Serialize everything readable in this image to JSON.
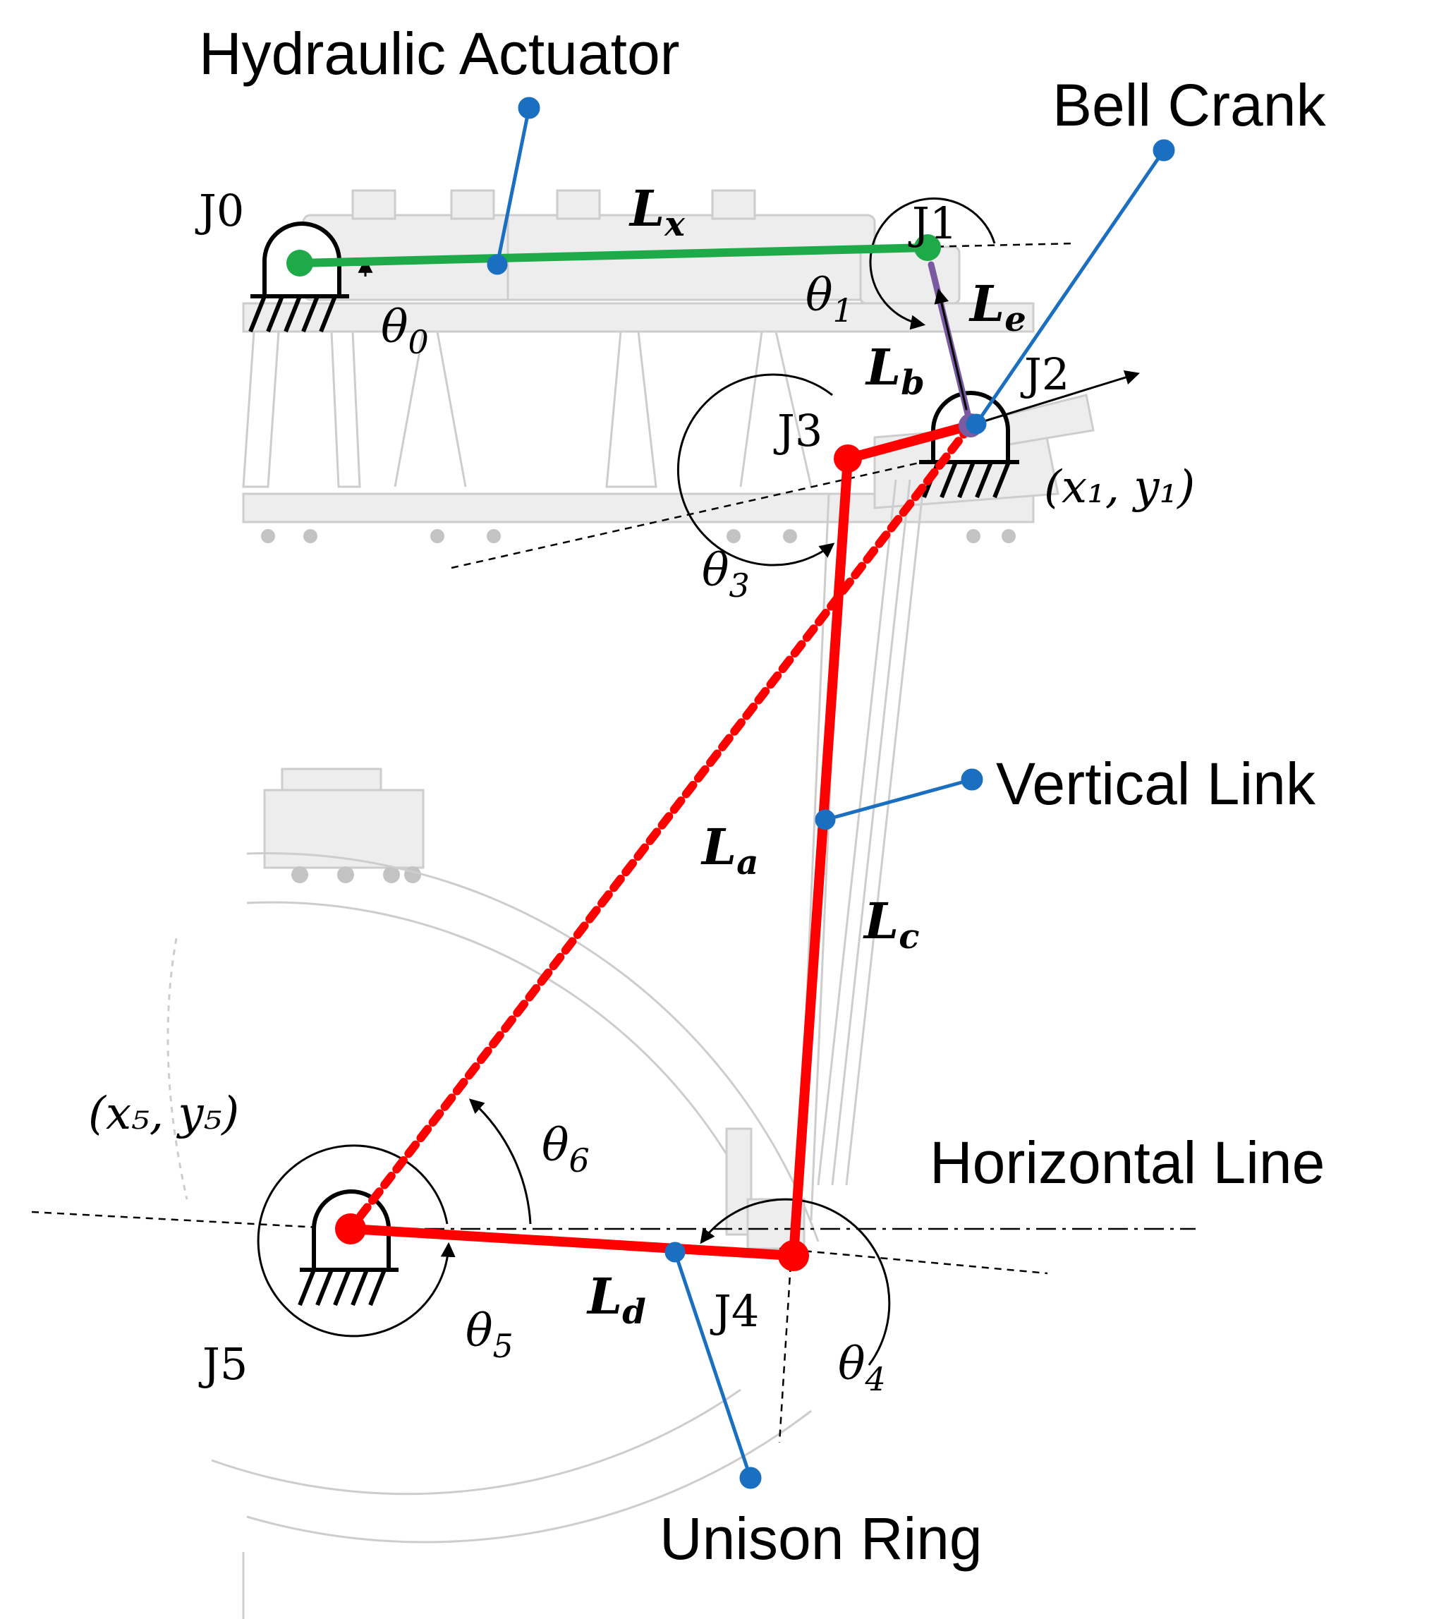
{
  "callouts": {
    "hydraulic_actuator": "Hydraulic Actuator",
    "bell_crank": "Bell Crank",
    "vertical_link": "Vertical Link",
    "horizontal_line": "Horizontal Line",
    "unison_ring": "Unison Ring"
  },
  "joints": {
    "j0": "J0",
    "j1": "J1",
    "j2": "J2",
    "j3": "J3",
    "j4": "J4",
    "j5": "J5"
  },
  "coords": {
    "p1": "(x₁, y₁)",
    "p5": "(x₅, y₅)"
  },
  "lengths": {
    "lx": {
      "base": "L",
      "sub": "x"
    },
    "le": {
      "base": "L",
      "sub": "e"
    },
    "lb": {
      "base": "L",
      "sub": "b"
    },
    "la": {
      "base": "L",
      "sub": "a"
    },
    "lc": {
      "base": "L",
      "sub": "c"
    },
    "ld": {
      "base": "L",
      "sub": "d"
    }
  },
  "angles": {
    "t0": {
      "base": "θ",
      "sub": "0"
    },
    "t1": {
      "base": "θ",
      "sub": "1"
    },
    "t3": {
      "base": "θ",
      "sub": "3"
    },
    "t4": {
      "base": "θ",
      "sub": "4"
    },
    "t5": {
      "base": "θ",
      "sub": "5"
    },
    "t6": {
      "base": "θ",
      "sub": "6"
    }
  },
  "colors": {
    "actuator_link": "#1faa4a",
    "linkage": "#ff0000",
    "bell_crank_link": "#7a5aa0",
    "callout_line": "#1a6fc0",
    "annotation": "#000000"
  }
}
